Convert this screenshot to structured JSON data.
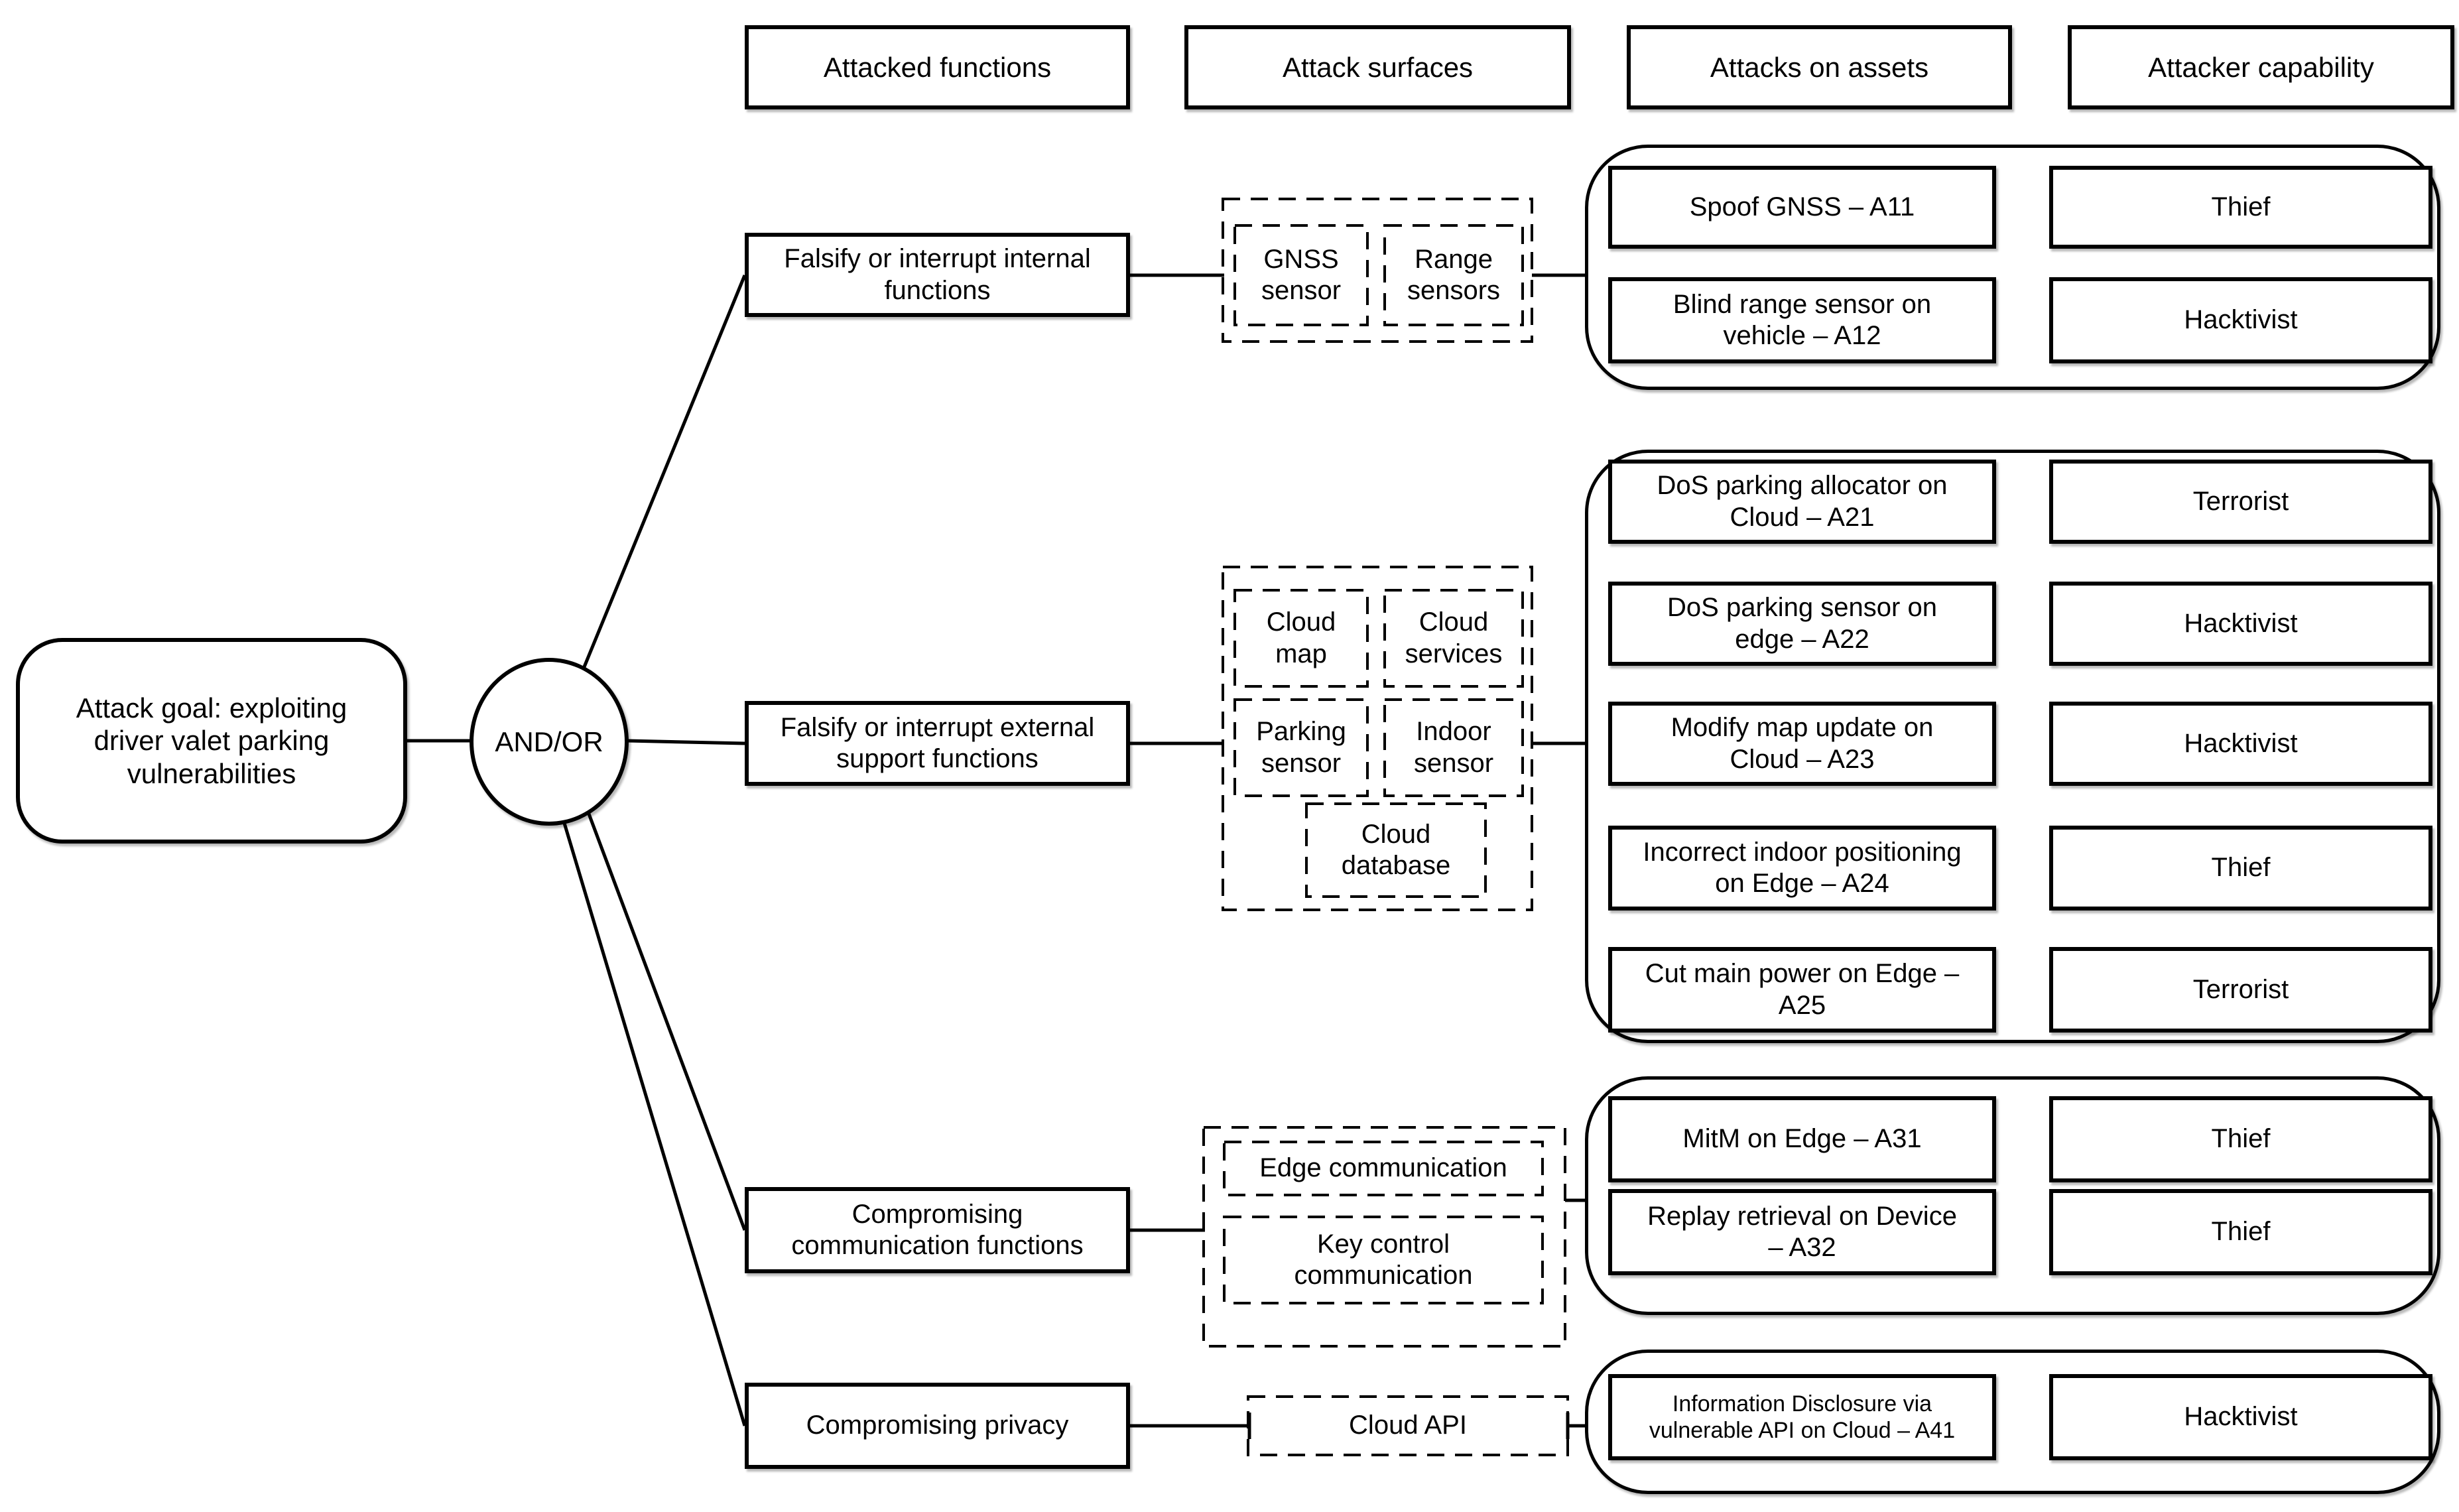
{
  "headers": [
    {
      "label": "Attacked functions"
    },
    {
      "label": "Attack surfaces"
    },
    {
      "label": "Attacks on assets"
    },
    {
      "label": "Attacker capability"
    }
  ],
  "goal": {
    "label": "Attack goal: exploiting driver valet parking vulnerabilities"
  },
  "gate": {
    "label": "AND/OR"
  },
  "functions": [
    {
      "label": "Falsify or interrupt internal functions"
    },
    {
      "label": "Falsify or interrupt external support functions"
    },
    {
      "label": "Compromising communication functions"
    },
    {
      "label": "Compromising privacy"
    }
  ],
  "surfaces": {
    "internal": [
      {
        "label": "GNSS sensor"
      },
      {
        "label": "Range sensors"
      }
    ],
    "external": [
      {
        "label": "Cloud map"
      },
      {
        "label": "Cloud services"
      },
      {
        "label": "Parking sensor"
      },
      {
        "label": "Indoor sensor"
      },
      {
        "label": "Cloud database"
      }
    ],
    "communication": [
      {
        "label": "Edge communication"
      },
      {
        "label": "Key control communication"
      }
    ],
    "privacy": [
      {
        "label": "Cloud API"
      }
    ]
  },
  "attacks": {
    "internal": [
      {
        "attack": "Spoof GNSS – A11",
        "capability": "Thief"
      },
      {
        "attack": "Blind range sensor on vehicle – A12",
        "capability": "Hacktivist"
      }
    ],
    "external": [
      {
        "attack": "DoS parking allocator on Cloud – A21",
        "capability": "Terrorist"
      },
      {
        "attack": "DoS parking sensor on edge – A22",
        "capability": "Hacktivist"
      },
      {
        "attack": "Modify map update on Cloud – A23",
        "capability": "Hacktivist"
      },
      {
        "attack": "Incorrect indoor positioning on Edge – A24",
        "capability": "Thief"
      },
      {
        "attack": "Cut main power on Edge – A25",
        "capability": "Terrorist"
      }
    ],
    "communication": [
      {
        "attack": "MitM on Edge – A31",
        "capability": "Thief"
      },
      {
        "attack": "Replay retrieval on Device – A32",
        "capability": "Thief"
      }
    ],
    "privacy": [
      {
        "attack": "Information Disclosure via vulnerable API on Cloud – A41",
        "capability": "Hacktivist"
      }
    ]
  }
}
